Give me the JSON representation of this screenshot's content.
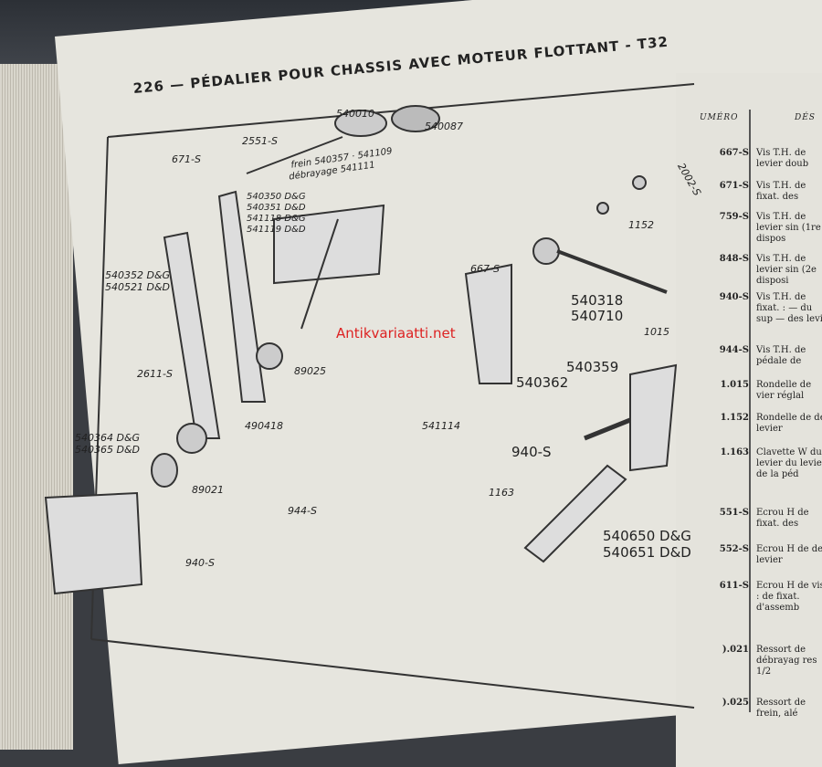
{
  "page": {
    "number": "226",
    "title": "PÉDALIER POUR CHASSIS AVEC MOTEUR FLOTTANT - T32"
  },
  "watermark": "Antikvariaatti.net",
  "labels": [
    "540010",
    "2551-S",
    "671-S",
    "540087",
    "frein 540357 · 541109",
    "débrayage 541111",
    "540350 D&G",
    "540351 D&D",
    "541118 D&G",
    "541119 D&D",
    "540352 D&G",
    "540521 D&D",
    "89025",
    "2611-S",
    "490418",
    "540364 D&G",
    "540365 D&D",
    "89021",
    "944-S",
    "940-S",
    "2002-S",
    "1152",
    "667-S",
    "540318",
    "540710",
    "1015",
    "540359",
    "540362",
    "541114",
    "940-S",
    "1163",
    "540650 D&G",
    "540651 D&D"
  ],
  "table": {
    "header": [
      "UMÉRO",
      "DÉS"
    ],
    "rows": [
      {
        "num": "667-S",
        "desc": "Vis T.H. de levier doub"
      },
      {
        "num": "671-S",
        "desc": "Vis T.H. de fixat. des"
      },
      {
        "num": "759-S",
        "desc": "Vis T.H. de levier sin (1re dispos"
      },
      {
        "num": "848-S",
        "desc": "Vis T.H. de levier sin (2e disposi"
      },
      {
        "num": "940-S",
        "desc": "Vis T.H. de fixat. : — du sup — des levi"
      },
      {
        "num": "944-S",
        "desc": "Vis T.H. de pédale de"
      },
      {
        "num": "1.015",
        "desc": "Rondelle de vier réglal"
      },
      {
        "num": "1.152",
        "desc": "Rondelle de de levier"
      },
      {
        "num": "1.163",
        "desc": "Clavette W du levier du levier de la péd"
      },
      {
        "num": "551-S",
        "desc": "Ecrou H de fixat. des"
      },
      {
        "num": "552-S",
        "desc": "Ecrou H de de levier"
      },
      {
        "num": "611-S",
        "desc": "Ecrou H de vis : de fixat. d'assemb"
      },
      {
        "num": ").021",
        "desc": "Ressort de débrayag res 1/2"
      },
      {
        "num": ").025",
        "desc": "Ressort de frein, alé"
      }
    ]
  }
}
